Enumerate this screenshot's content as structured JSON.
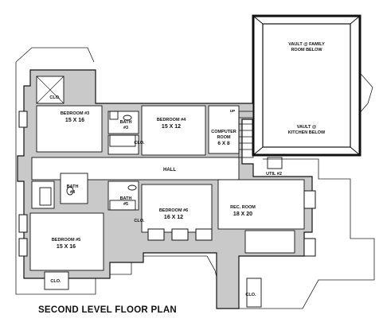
{
  "caption": "SECOND LEVEL FLOOR PLAN",
  "rooms": {
    "vault_family": {
      "l1": "VAULT @ FAMILY",
      "l2": "ROOM BELOW"
    },
    "vault_kitchen": {
      "l1": "VAULT @",
      "l2": "KITCHEN BELOW"
    },
    "bedroom3": {
      "l1": "BEDROOM #3",
      "l2": "15 X 16"
    },
    "bedroom4": {
      "l1": "BEDROOM #4",
      "l2": "15 X 12"
    },
    "bath3": {
      "l1": "BATH",
      "l2": "#3"
    },
    "computer": {
      "l1": "COMPUTER",
      "l2": "ROOM",
      "l3": "6 X 8"
    },
    "hall": "HALL",
    "util2": "UTIL #2",
    "bath4": {
      "l1": "BATH",
      "l2": "#4"
    },
    "bath5": {
      "l1": "BATH",
      "l2": "#5"
    },
    "bedroom6": {
      "l1": "BEDROOM #6",
      "l2": "16 X 12"
    },
    "rec": {
      "l1": "REC. ROOM",
      "l2": "18 X 20"
    },
    "bedroom5": {
      "l1": "BEDROOM #5",
      "l2": "15 X 16"
    },
    "clo": "CLO.",
    "up": "UP"
  }
}
